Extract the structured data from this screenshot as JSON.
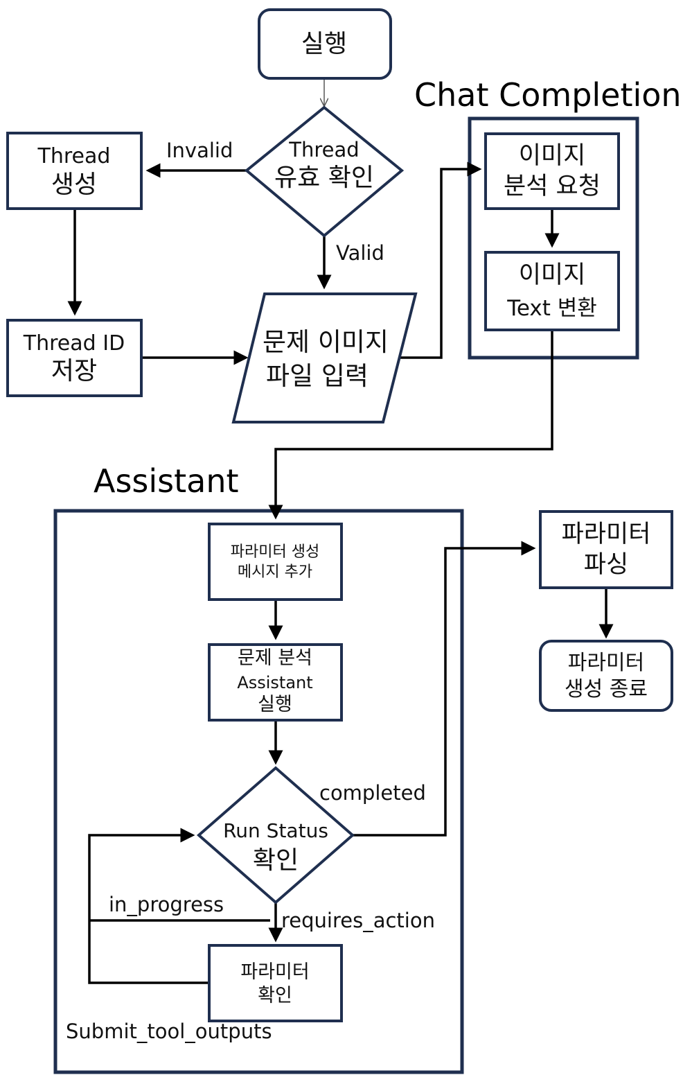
{
  "groups": {
    "chat_completion": "Chat Completion",
    "assistant": "Assistant"
  },
  "nodes": {
    "start": [
      "실행"
    ],
    "check_thread": [
      "Thread",
      "유효 확인"
    ],
    "create_thread": [
      "Thread",
      "생성"
    ],
    "save_thread_id": [
      "Thread ID",
      "저장"
    ],
    "input_image": [
      "문제 이미지",
      "파일 입력"
    ],
    "image_request": [
      "이미지",
      "분석 요청"
    ],
    "image_to_text": [
      "이미지",
      "Text 변환"
    ],
    "add_message": [
      "파라미터 생성",
      "메시지 추가"
    ],
    "run_assistant": [
      "문제 분석",
      "Assistant",
      "실행"
    ],
    "check_status": [
      "Run Status",
      "확인"
    ],
    "check_params": [
      "파라미터",
      "확인"
    ],
    "parse_params": [
      "파라미터",
      "파싱"
    ],
    "end": [
      "파라미터",
      "생성 종료"
    ]
  },
  "edge_labels": {
    "invalid": "Invalid",
    "valid": "Valid",
    "completed": "completed",
    "in_progress": "in_progress",
    "requires_action": "requires_action",
    "submit_tool_outputs": "Submit_tool_outputs"
  }
}
